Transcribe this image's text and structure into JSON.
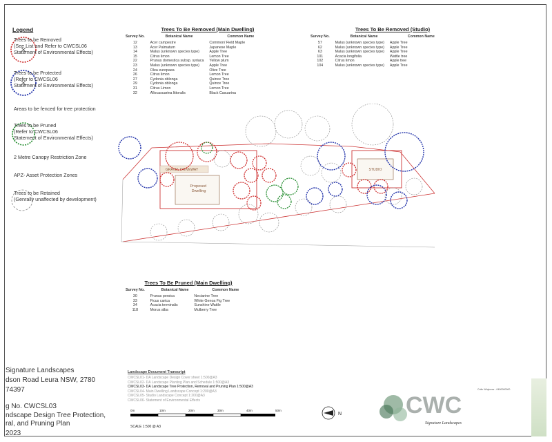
{
  "legend": {
    "title": "Legend",
    "items": [
      {
        "label": "Trees to be Removed\n(See List and Refer to CWCSL06\nStatement of Environmental Effects)"
      },
      {
        "label": "Trees to be Protected\n(Refer to CWCSL06\nStatement of Environmental Effects)"
      },
      {
        "label": "Areas to be fenced for tree protection"
      },
      {
        "label": "Trees to be Pruned\n(Refer to CWCSL06\nStatement of Environmental Effects)"
      },
      {
        "label": "2 Metre Canopy Restriction Zone"
      },
      {
        "label": "APZ- Asset Protection Zones"
      },
      {
        "label": "Trees to be Retained\n(Genrally unaffected by development)"
      }
    ]
  },
  "colors": {
    "removed": "#cc2222",
    "protected": "#2233aa",
    "pruned": "#1f8a2a",
    "retained": "#777777",
    "boundary": "#cc3333"
  },
  "removed_main": {
    "title": "Trees To Be Removed (Main Dwelling)",
    "headers": [
      "Survey No.",
      "Botanical Name",
      "Common Name"
    ],
    "rows": [
      [
        "12",
        "Acer campestre",
        "Common/ Field Maple"
      ],
      [
        "13",
        "Acer Palmatum",
        "Japanese Maple"
      ],
      [
        "14",
        "Malus (unknown species type)",
        "Apple Tree"
      ],
      [
        "15",
        "Citrus limon",
        "Lemon Tree"
      ],
      [
        "22",
        "Prunus domestica subsp. syriaca",
        "Yellow plum"
      ],
      [
        "23",
        "Malus (unknown species type)",
        "Apple Tree"
      ],
      [
        "24",
        "Olea europaea",
        "Olive Tree"
      ],
      [
        "26",
        "Citrus limon",
        "Lemon Tree"
      ],
      [
        "27",
        "Cydonia oblonga",
        "Quince Tree"
      ],
      [
        "29",
        "Cydonia oblonga",
        "Quince Tree"
      ],
      [
        "31",
        "Citrus Limon",
        "Lemon Tree"
      ],
      [
        "32",
        "Allocasuarina littoralis",
        "Black Casuarina"
      ]
    ]
  },
  "removed_studio": {
    "title": "Trees To Be Removed (Studio)",
    "headers": [
      "Survey No.",
      "Botanical Name",
      "Common Name"
    ],
    "rows": [
      [
        "57",
        "Malus (unknown species type)",
        "Apple Tree"
      ],
      [
        "62",
        "Malus (unknown species type)",
        "Apple Tree"
      ],
      [
        "63",
        "Malus (unknown species type)",
        "Apple Tree"
      ],
      [
        "101",
        "Acacia longifolia",
        "Wattle tree"
      ],
      [
        "102",
        "Citrus limon",
        "Apple tree"
      ],
      [
        "104",
        "Malus (unknown species type)",
        "Apple Tree"
      ]
    ]
  },
  "pruned_main": {
    "title": "Trees To Be Pruned (Main Dwelling)",
    "headers": [
      "Survey No.",
      "Botanical Name",
      "Common Name"
    ],
    "rows": [
      [
        "30",
        "Prunus persica",
        "Nectarine Tree"
      ],
      [
        "33",
        "Ficus carica",
        "White Genoa Fig Tree"
      ],
      [
        "34",
        "Acacia terminalis",
        "Sunshine Wattle"
      ],
      [
        "118",
        "Morus alba",
        "Mulberry Tree"
      ]
    ]
  },
  "plan": {
    "gravel_driveway": "GRAVEL DRIVEWAY",
    "proposed_dwelling": "Proposed\nDwelling",
    "studio": "STUDIO"
  },
  "title_block": {
    "company": "Signature Landscapes",
    "address": "dson Road Leura NSW, 2780",
    "number": "74397",
    "dwg": "g No. CWCSL03",
    "dwg_title": "ndscape Design Tree Protection,\nral, and Pruning Plan",
    "date": "2023"
  },
  "transcript": {
    "title": "Landscape Document Transcript",
    "lines": [
      {
        "text": "CWCSL01- DA Landscape Design Cover sheet 1:500@A3",
        "current": false
      },
      {
        "text": "CWCSL02- DA Landscape Planting Plan and Schedule 1:500@A3",
        "current": false
      },
      {
        "text": "CWCSL03- DA Landscape Tree Protection, Removal and Pruning Plan 1:500@A3",
        "current": true
      },
      {
        "text": "CWCSL04- Main Dwelling Landscape Concept 1:200@A3",
        "current": false
      },
      {
        "text": "CWCSL05- Studio Landscape Concept 1:200@A3",
        "current": false
      },
      {
        "text": "CWCSL06- Statement of Environmental Effects",
        "current": false
      }
    ]
  },
  "scale": {
    "ticks": [
      "0m",
      "10m",
      "20m",
      "30m",
      "40m",
      "50m"
    ],
    "label": "SCALE 1:500 @ A3"
  },
  "north": "N",
  "logo": {
    "letters": "CWC",
    "signature": "Signature Landscapes"
  },
  "contact": {
    "name": "Colin Whybrow - 0400000000",
    "lines": [
      "",
      "",
      ""
    ]
  }
}
